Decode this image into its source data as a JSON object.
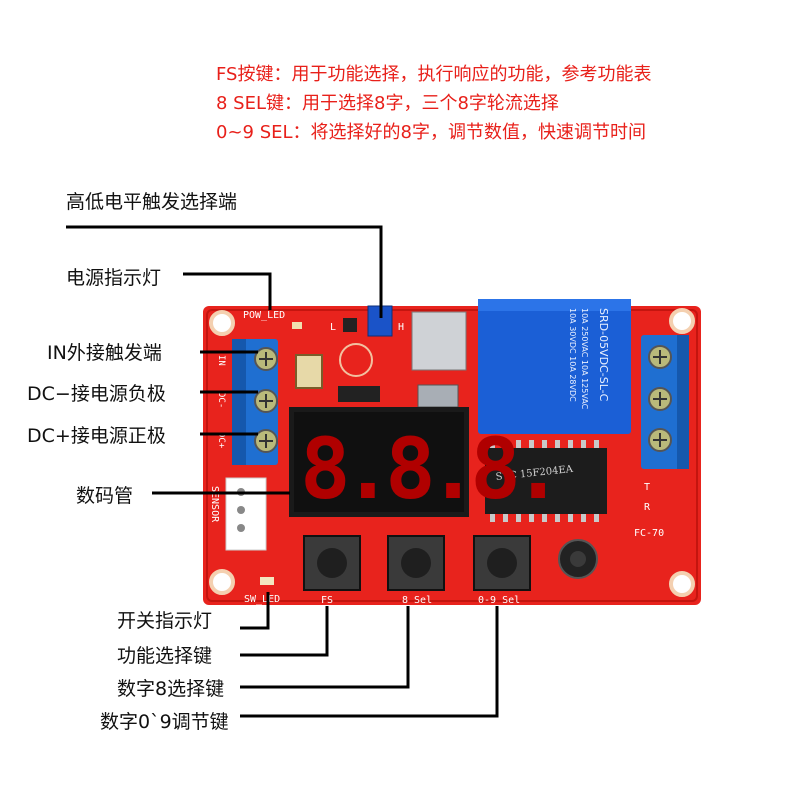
{
  "notes": [
    "FS按键：用于功能选择，执行响应的功能，参考功能表",
    "8 SEL键：用于选择8字，三个8字轮流选择",
    "0~9 SEL：将选择好的8字，调节数值，快速调节时间"
  ],
  "callouts": {
    "trigger_select": "高低电平触发选择端",
    "power_led": "电源指示灯",
    "in_terminal": "IN外接触发端",
    "dc_minus": "DC−接电源负极",
    "dc_plus": "DC+接电源正极",
    "display": "数码管",
    "switch_led": "开关指示灯",
    "fs_key": "功能选择键",
    "sel8_key": "数字8选择键",
    "sel09_key": "数字0`9调节键"
  },
  "silkscreen": {
    "pow_led": "POW_LED",
    "sw_led": "SW_LED",
    "fs": "FS",
    "sel8": "8 Sel",
    "sel09": "0-9 Sel",
    "sensor": "SENSOR",
    "model": "FC-70",
    "in": "IN",
    "dc_minus": "DC-",
    "dc_plus": "DC+",
    "l": "L",
    "h": "H",
    "t": "T",
    "r": "R"
  },
  "relay_text": {
    "model": "SRD-05VDC-SL-C",
    "rating1": "10A 250VAC  10A 125VAC",
    "rating2": "10A 30VDC  10A 28VDC"
  },
  "chip_text": "STC 15F204EA",
  "display_digits": "8.8.8.",
  "colors": {
    "pcb": "#e8231d",
    "note": "#e8201a",
    "terminal": "#1f6fd1",
    "relay": "#1b5fd6"
  }
}
